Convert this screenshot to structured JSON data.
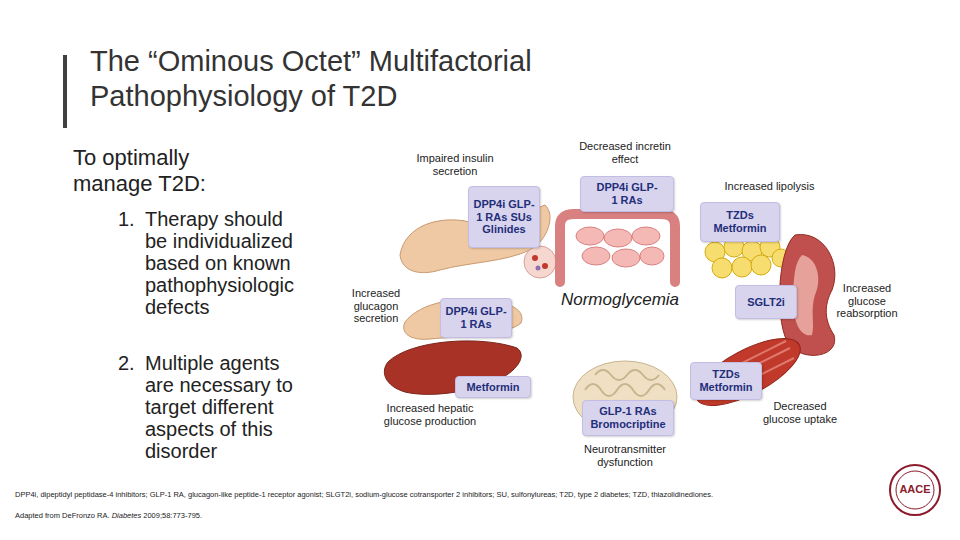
{
  "diagram": {
    "title": "The “Ominous Octet” Multifactorial Pathophysiology of T2D",
    "nodes": [
      {
        "text": [
          "DPP4i GLP-1 RAs SUs Glinides"
        ]
      },
      {
        "text": [
          "DPP4i GLP-1 RAs"
        ]
      },
      {
        "text": [
          "TZDs Metformin"
        ]
      },
      {
        "text": [
          "DPP4i GLP-1 RAs"
        ]
      },
      {
        "text": [
          "SGLT2i"
        ]
      },
      {
        "text": [
          "TZDs Metformin"
        ]
      },
      {
        "text": [
          "Metformin"
        ]
      },
      {
        "text": [
          "GLP-1 RAs Bromocriptine"
        ]
      }
    ],
    "labels": [
      "To optimally manage T2D:",
      "1.",
      "Therapy should be individualized based on known pathophysiologic defects",
      "2.",
      "Multiple agents are necessary to target different aspects of this disorder",
      "Impaired insulin secretion",
      "Decreased incretin effect",
      "Increased lipolysis",
      "Increased glucagon secretion",
      "Normoglycemia",
      "Increased glucose reabsorption",
      "Increased hepatic glucose production",
      "Decreased glucose uptake",
      "Neurotransmitter dysfunction",
      "DPP4i, dipeptidyl peptidase-4 inhibitors; GLP-1 RA, glucagon-like peptide-1 receptor agonist; SLGT2i, sodium-glucose cotransporter 2 inhibitors; SU, sulfonylureas; T2D, type 2 diabetes; TZD, thiazolidinediones.",
      "Adapted from DeFronzo RA.",
      "Diabetes",
      "2009;58:773-795.",
      "AACE"
    ]
  }
}
